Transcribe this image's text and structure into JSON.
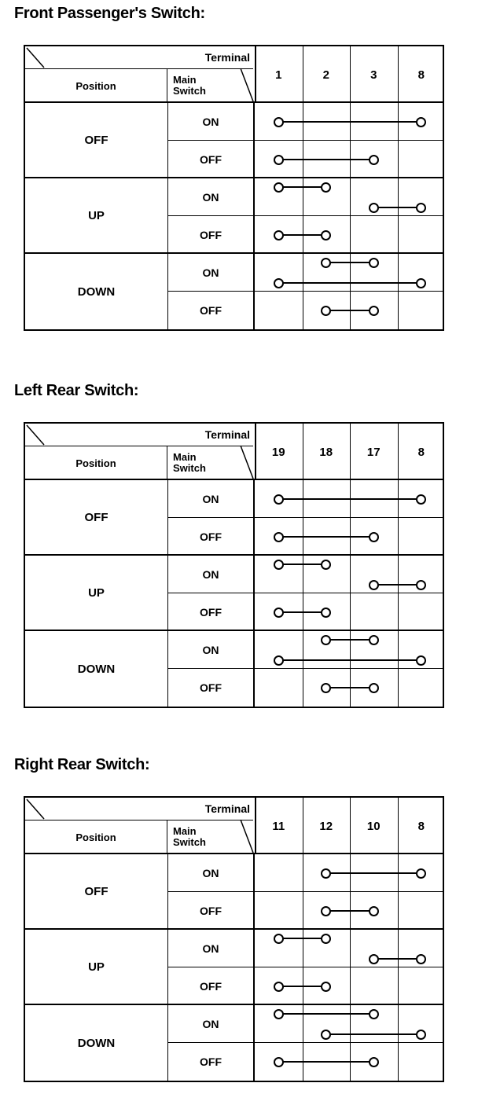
{
  "columns_header": {
    "terminal_label": "Terminal",
    "main_switch_line1": "Main",
    "main_switch_line2": "Switch",
    "position_label": "Position"
  },
  "positions": [
    "OFF",
    "UP",
    "DOWN"
  ],
  "states": [
    "ON",
    "OFF"
  ],
  "tables": [
    {
      "title": "Front Passenger's Switch:",
      "terminals": [
        "1",
        "2",
        "3",
        "8"
      ],
      "rows": [
        {
          "position": "OFF",
          "main_switch": "ON",
          "links": [
            {
              "from": 1,
              "to": 4,
              "tier": 0
            }
          ]
        },
        {
          "position": "OFF",
          "main_switch": "OFF",
          "links": [
            {
              "from": 1,
              "to": 3,
              "tier": 0
            }
          ]
        },
        {
          "position": "UP",
          "main_switch": "ON",
          "links": [
            {
              "from": 1,
              "to": 2,
              "tier": -1
            },
            {
              "from": 3,
              "to": 4,
              "tier": 1
            }
          ]
        },
        {
          "position": "UP",
          "main_switch": "OFF",
          "links": [
            {
              "from": 1,
              "to": 2,
              "tier": 0
            }
          ]
        },
        {
          "position": "DOWN",
          "main_switch": "ON",
          "links": [
            {
              "from": 2,
              "to": 3,
              "tier": -1
            },
            {
              "from": 1,
              "to": 4,
              "tier": 1
            }
          ]
        },
        {
          "position": "DOWN",
          "main_switch": "OFF",
          "links": [
            {
              "from": 2,
              "to": 3,
              "tier": 0
            }
          ]
        }
      ]
    },
    {
      "title": "Left Rear Switch:",
      "terminals": [
        "19",
        "18",
        "17",
        "8"
      ],
      "rows": [
        {
          "position": "OFF",
          "main_switch": "ON",
          "links": [
            {
              "from": 1,
              "to": 4,
              "tier": 0
            }
          ]
        },
        {
          "position": "OFF",
          "main_switch": "OFF",
          "links": [
            {
              "from": 1,
              "to": 3,
              "tier": 0
            }
          ]
        },
        {
          "position": "UP",
          "main_switch": "ON",
          "links": [
            {
              "from": 1,
              "to": 2,
              "tier": -1
            },
            {
              "from": 3,
              "to": 4,
              "tier": 1
            }
          ]
        },
        {
          "position": "UP",
          "main_switch": "OFF",
          "links": [
            {
              "from": 1,
              "to": 2,
              "tier": 0
            }
          ]
        },
        {
          "position": "DOWN",
          "main_switch": "ON",
          "links": [
            {
              "from": 2,
              "to": 3,
              "tier": -1
            },
            {
              "from": 1,
              "to": 4,
              "tier": 1
            }
          ]
        },
        {
          "position": "DOWN",
          "main_switch": "OFF",
          "links": [
            {
              "from": 2,
              "to": 3,
              "tier": 0
            }
          ]
        }
      ]
    },
    {
      "title": "Right Rear Switch:",
      "terminals": [
        "11",
        "12",
        "10",
        "8"
      ],
      "rows": [
        {
          "position": "OFF",
          "main_switch": "ON",
          "links": [
            {
              "from": 2,
              "to": 4,
              "tier": 0
            }
          ]
        },
        {
          "position": "OFF",
          "main_switch": "OFF",
          "links": [
            {
              "from": 2,
              "to": 3,
              "tier": 0
            }
          ]
        },
        {
          "position": "UP",
          "main_switch": "ON",
          "links": [
            {
              "from": 1,
              "to": 2,
              "tier": -1
            },
            {
              "from": 3,
              "to": 4,
              "tier": 1
            }
          ]
        },
        {
          "position": "UP",
          "main_switch": "OFF",
          "links": [
            {
              "from": 1,
              "to": 2,
              "tier": 0
            }
          ]
        },
        {
          "position": "DOWN",
          "main_switch": "ON",
          "links": [
            {
              "from": 1,
              "to": 3,
              "tier": -1
            },
            {
              "from": 2,
              "to": 4,
              "tier": 1
            }
          ]
        },
        {
          "position": "DOWN",
          "main_switch": "OFF",
          "links": [
            {
              "from": 1,
              "to": 3,
              "tier": 0
            }
          ]
        }
      ]
    }
  ],
  "layout": {
    "table_tops": [
      57,
      537,
      1013
    ],
    "title_tops": [
      6,
      486,
      962
    ]
  },
  "colors": {
    "ink": "#000000",
    "paper": "#ffffff"
  }
}
